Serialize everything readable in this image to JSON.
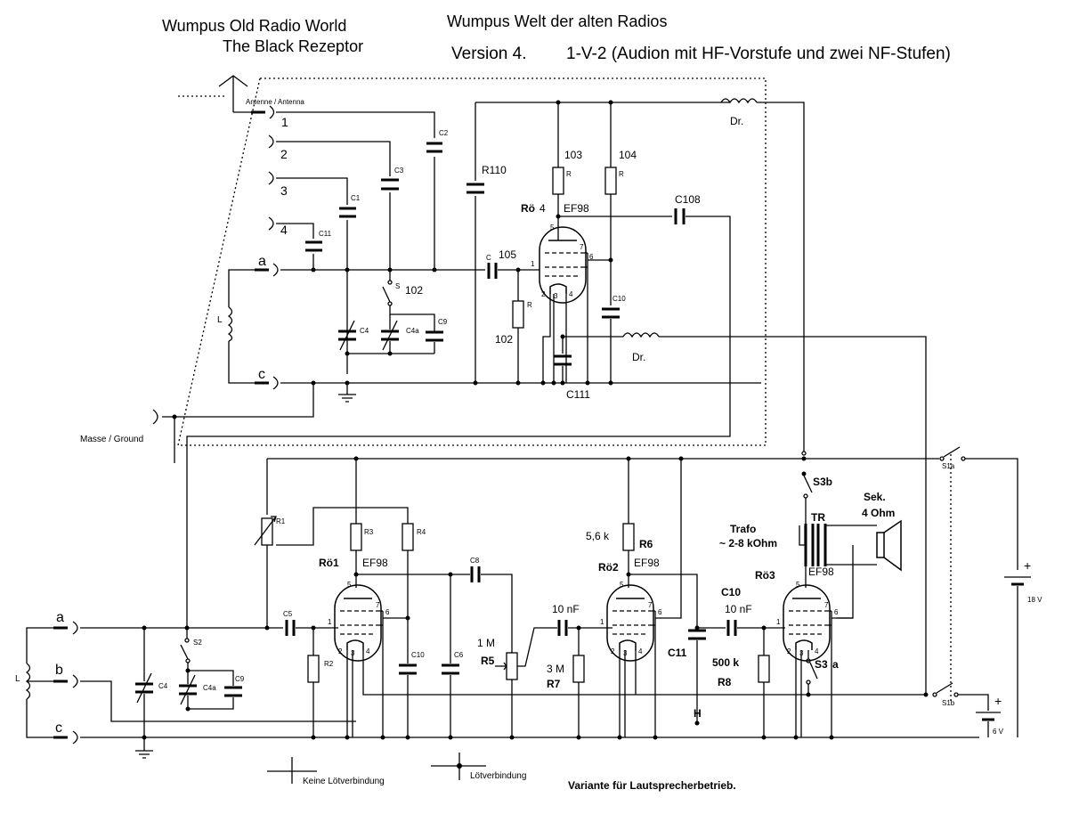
{
  "header": {
    "title_en_1": "Wumpus Old Radio World",
    "title_en_2": "The Black Rezeptor",
    "title_de": "Wumpus Welt der alten Radios",
    "version": "Version 4.",
    "description": "1-V-2 (Audion mit HF-Vorstufe und zwei NF-Stufen)"
  },
  "top": {
    "antenna": "Antenne / Antenna",
    "t1": "1",
    "t2": "2",
    "t3": "3",
    "t4": "4",
    "ta": "a",
    "tc": "c",
    "ground": "Masse / Ground",
    "C2": "C2",
    "C3": "C3",
    "C1": "C1",
    "C11": "C11",
    "L": "L",
    "C4": "C4",
    "C4a": "C4a",
    "C9": "C9",
    "S": "S",
    "n102s": "102",
    "R110": "R110",
    "C": "C",
    "n105": "105",
    "R": "R",
    "n102": "102",
    "n103": "103",
    "n104": "104",
    "Ro": "Rö",
    "n4": "4",
    "EF98": "EF98",
    "C108": "C108",
    "C10": "C10",
    "C111": "C111",
    "Dr": "Dr.",
    "p1": "1",
    "p2": "2",
    "p3": "3",
    "p4": "4",
    "p5": "5",
    "p6": "6",
    "p7": "7"
  },
  "bottom": {
    "ta": "a",
    "tb": "b",
    "tc": "c",
    "L": "L",
    "C4": "C4",
    "C4a": "C4a",
    "C9": "C9",
    "S2": "S2",
    "C5": "C5",
    "R2": "R2",
    "R1": "R1",
    "R3": "R3",
    "R4": "R4",
    "Ro1": "Rö1",
    "EF98": "EF98",
    "C8": "C8",
    "C10": "C10",
    "C6": "C6",
    "R5val": "1 M",
    "R5": "R5",
    "C7val": "10 nF",
    "R7val": "3 M",
    "R7": "R7",
    "R6val": "5,6 k",
    "R6": "R6",
    "Ro2": "Rö2",
    "C11": "C11",
    "H": "H",
    "C10b": "C10",
    "C10bval": "10 nF",
    "R8val": "500 k",
    "R8": "R8",
    "S3b": "S3b",
    "S3a": "S3",
    "S3aa": "a",
    "TR": "TR",
    "Trafo": "Trafo",
    "Trafoval": "~ 2-8 kOhm",
    "Sek": "Sek.",
    "Sekval": "4 Ohm",
    "Ro3": "Rö3",
    "S1a": "S1a",
    "S1b": "S1b",
    "V18": "18 V",
    "V6": "6 V",
    "plus": "+",
    "p1": "1",
    "p2": "2",
    "p3": "3",
    "p4": "4",
    "p5": "5",
    "p6": "6",
    "p7": "7"
  },
  "legend": {
    "no_joint": "Keine Lötverbindung",
    "joint": "Lötverbindung",
    "variant": "Variante für Lautsprecherbetrieb."
  }
}
